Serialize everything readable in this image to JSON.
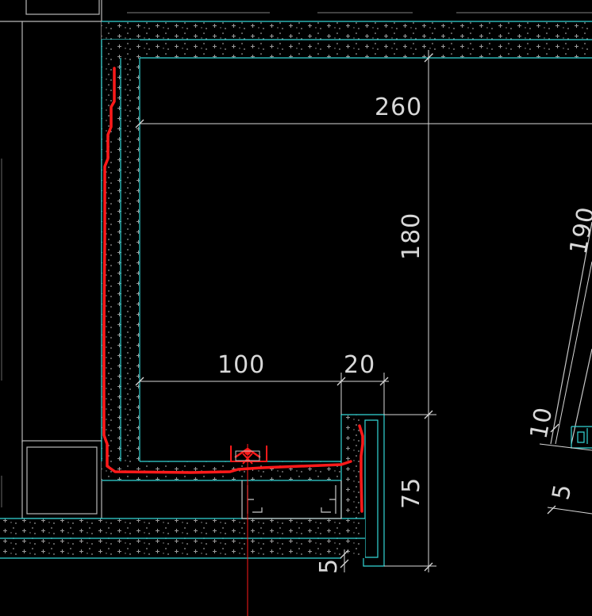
{
  "drawing": {
    "dimensions": {
      "d260": "260",
      "d180": "180",
      "d190": "190",
      "d100": "100",
      "d20": "20",
      "d75": "75",
      "d10": "10",
      "d5_bottom": "5",
      "d5_right": "5"
    },
    "colors": {
      "background": "#000000",
      "dimension_line": "#d8d8d8",
      "outline": "#c0c0c0",
      "insulation": "#33d6d6",
      "markup": "#ff1a1a",
      "hatch": "#9a9a9a"
    }
  }
}
